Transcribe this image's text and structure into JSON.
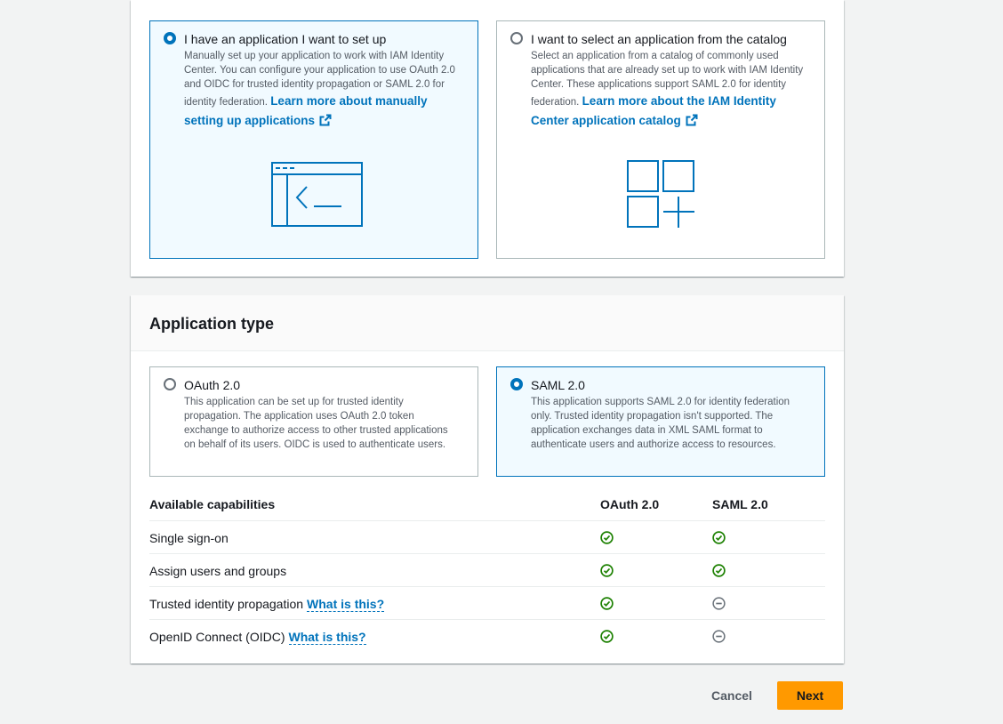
{
  "setup": {
    "custom": {
      "title": "I have an application I want to set up",
      "description": "Manually set up your application to work with IAM Identity Center. You can configure your application to use OAuth 2.0 and OIDC for trusted identity propagation or SAML 2.0 for identity federation.",
      "link": "Learn more about manually setting up applications",
      "selected": true,
      "illustration": "terminal-window-icon"
    },
    "catalog": {
      "title": "I want to select an application from the catalog",
      "description": "Select an application from a catalog of commonly used applications that are already set up to work with IAM Identity Center. These applications support SAML 2.0 for identity federation.",
      "link": "Learn more about the IAM Identity Center application catalog",
      "selected": false,
      "illustration": "app-grid-plus-icon"
    }
  },
  "app_type": {
    "title": "Application type",
    "oauth": {
      "title": "OAuth 2.0",
      "description": "This application can be set up for trusted identity propagation. The application uses OAuth 2.0 token exchange to authorize access to other trusted applications on behalf of its users. OIDC is used to authenticate users.",
      "selected": false
    },
    "saml": {
      "title": "SAML 2.0",
      "description": "This application supports SAML 2.0 for identity federation only. Trusted identity propagation isn't supported. The application exchanges data in XML SAML format to authenticate users and authorize access to resources.",
      "selected": true
    },
    "capabilities": {
      "header": [
        "Available capabilities",
        "OAuth 2.0",
        "SAML 2.0"
      ],
      "rows": [
        {
          "name": "Single sign-on",
          "link": "",
          "oauth": "supported",
          "saml": "supported"
        },
        {
          "name": "Assign users and groups",
          "link": "",
          "oauth": "supported",
          "saml": "supported"
        },
        {
          "name": "Trusted identity propagation",
          "link": "What is this?",
          "oauth": "supported",
          "saml": "not-supported"
        },
        {
          "name": "OpenID Connect (OIDC)",
          "link": "What is this?",
          "oauth": "supported",
          "saml": "not-supported"
        }
      ]
    }
  },
  "footer": {
    "cancel": "Cancel",
    "next": "Next"
  },
  "colors": {
    "accent": "#0073bb",
    "primary_button": "#ff9900",
    "success": "#1d8102",
    "muted": "#687078"
  }
}
